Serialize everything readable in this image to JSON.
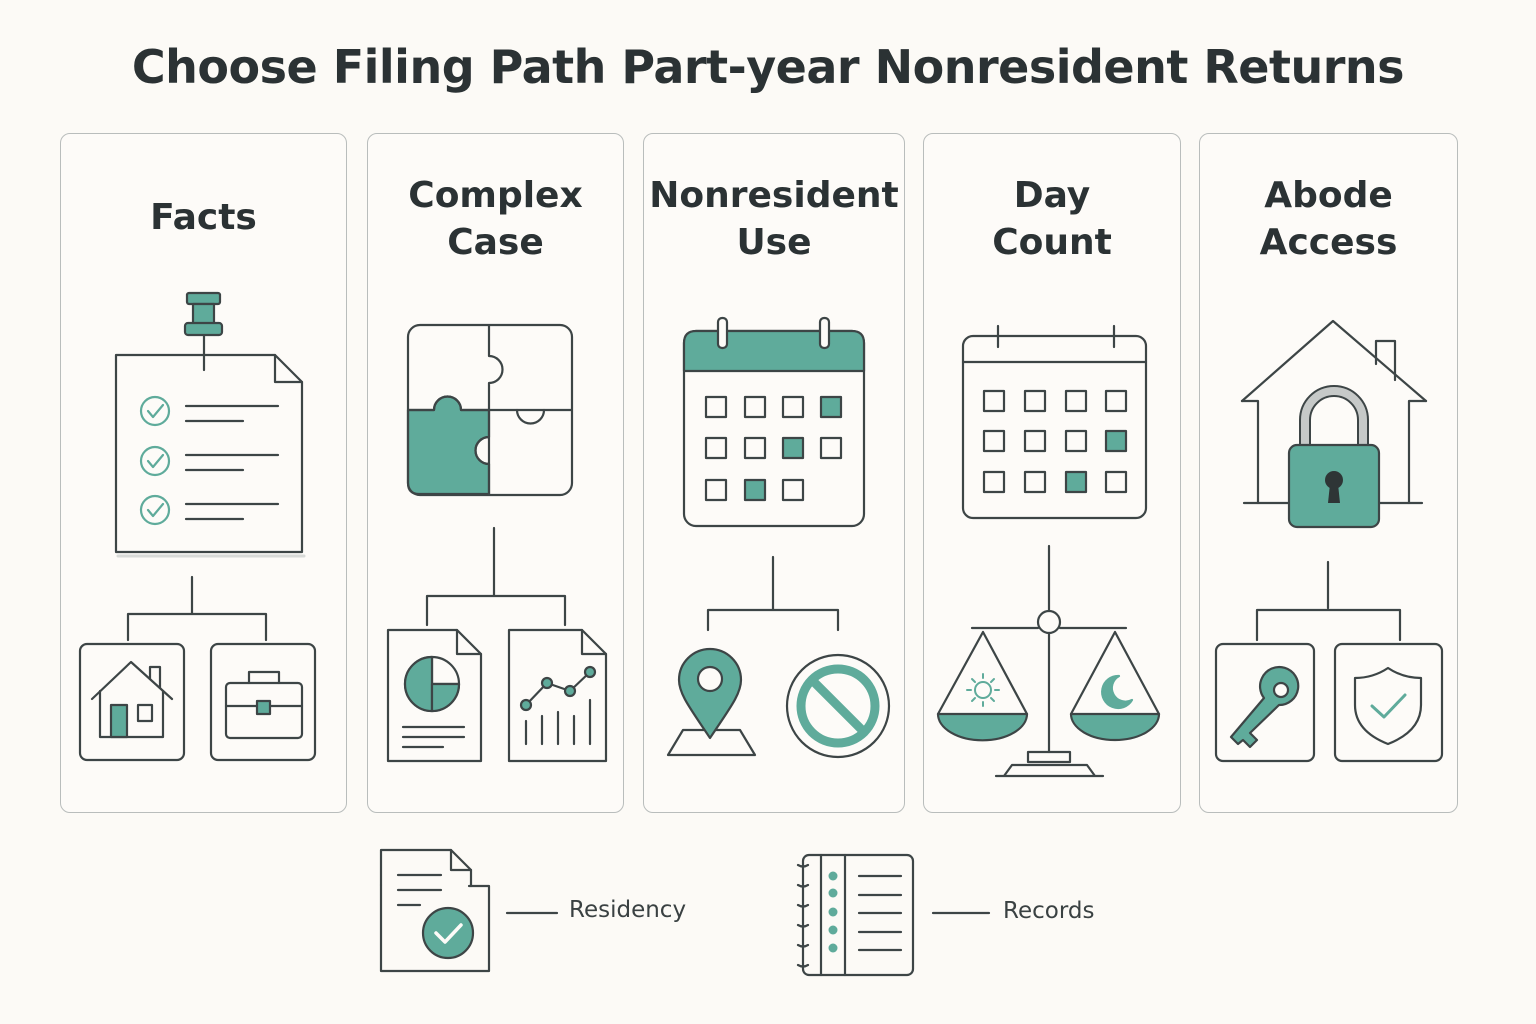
{
  "title": "Choose Filing Path Part-year Nonresident Returns",
  "colors": {
    "accent": "#5fab9b",
    "stroke": "#3d4546",
    "panel_border": "#b9bdbc",
    "background": "#fcfaf6"
  },
  "panels": [
    {
      "title_lines": [
        "Facts"
      ],
      "icons": [
        "pinned-checklist-icon",
        "house-icon",
        "briefcase-icon"
      ]
    },
    {
      "title_lines": [
        "Complex",
        "Case"
      ],
      "icons": [
        "puzzle-icon",
        "pie-chart-document-icon",
        "line-chart-document-icon"
      ]
    },
    {
      "title_lines": [
        "Nonresident",
        "Use"
      ],
      "icons": [
        "calendar-icon",
        "location-pin-icon",
        "prohibited-icon"
      ]
    },
    {
      "title_lines": [
        "Day",
        "Count"
      ],
      "icons": [
        "calendar-icon",
        "balance-scale-icon",
        "sun-icon",
        "moon-icon"
      ]
    },
    {
      "title_lines": [
        "Abode",
        "Access"
      ],
      "icons": [
        "house-lock-icon",
        "key-icon",
        "shield-check-icon"
      ]
    }
  ],
  "legend": [
    {
      "label": "Residency",
      "icon": "document-check-icon"
    },
    {
      "label": "Records",
      "icon": "notebook-list-icon"
    }
  ]
}
